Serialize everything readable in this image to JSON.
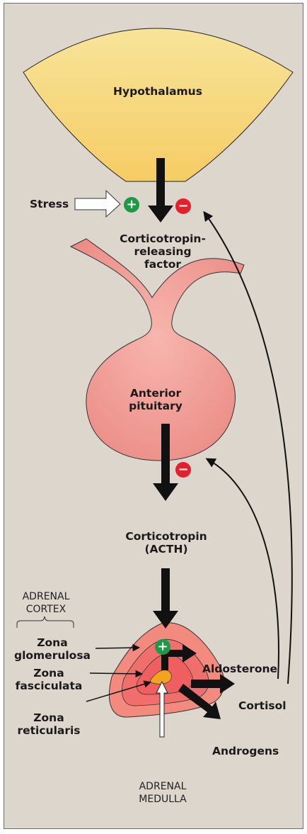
{
  "labels": {
    "hypothalamus": "Hypothalamus",
    "stress": "Stress",
    "crf_line1": "Corticotropin-",
    "crf_line2": "releasing",
    "crf_line3": "factor",
    "pituitary_line1": "Anterior",
    "pituitary_line2": "pituitary",
    "acth_line1": "Corticotropin",
    "acth_line2": "(ACTH)",
    "cortex_line1": "ADRENAL",
    "cortex_line2": "CORTEX",
    "glom_line1": "Zona",
    "glom_line2": "glomerulosa",
    "fasc_line1": "Zona",
    "fasc_line2": "fasciculata",
    "retic_line1": "Zona",
    "retic_line2": "reticularis",
    "aldosterone": "Aldosterone",
    "cortisol": "Cortisol",
    "androgens": "Androgens",
    "medulla_line1": "ADRENAL",
    "medulla_line2": "MEDULLA"
  },
  "signs": {
    "plus": "+",
    "minus": "−"
  },
  "colors": {
    "background": "#ddd6cd",
    "hypothalamus_fill": "#fbe08a",
    "pituitary_fill": "#ef9b93",
    "adrenal_outer": "#f28a7e",
    "medulla": "#f2a41e",
    "stimulate": "#1e9a46",
    "inhibit": "#e3202b"
  }
}
